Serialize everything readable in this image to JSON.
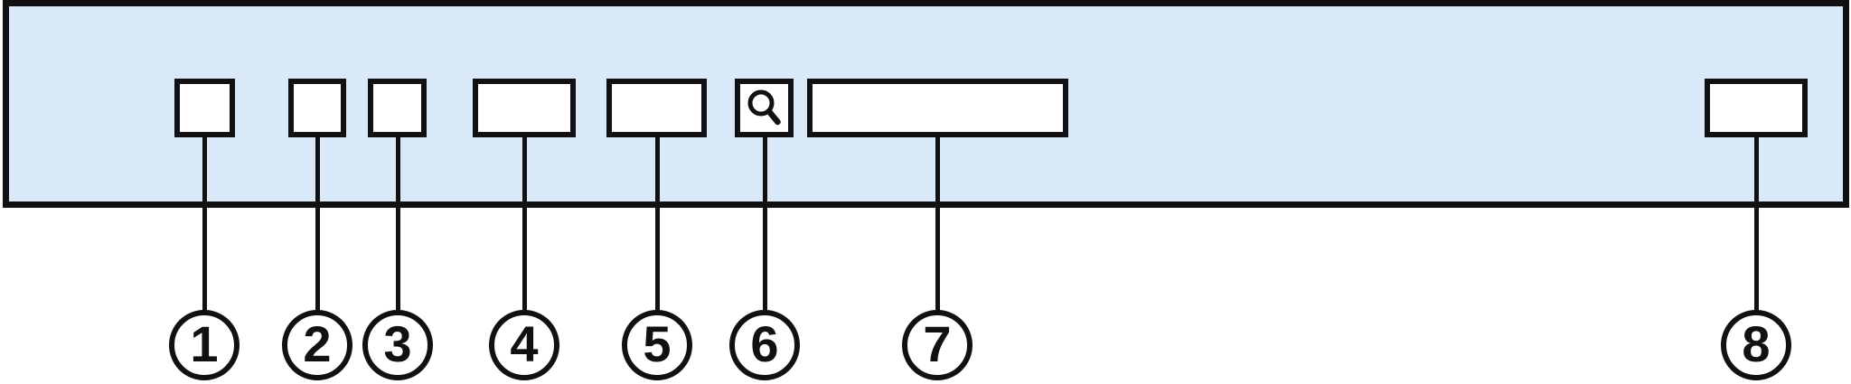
{
  "diagram": {
    "kind": "toolbar-callout-figure",
    "toolbar": {
      "items": [
        {
          "callout": "1",
          "kind": "small-button"
        },
        {
          "callout": "2",
          "kind": "small-button"
        },
        {
          "callout": "3",
          "kind": "small-button"
        },
        {
          "callout": "4",
          "kind": "medium-button"
        },
        {
          "callout": "5",
          "kind": "medium-button"
        },
        {
          "callout": "6",
          "kind": "search-button",
          "icon": "magnifier-icon"
        },
        {
          "callout": "7",
          "kind": "long-text-field"
        },
        {
          "callout": "8",
          "kind": "medium-button"
        }
      ]
    },
    "colors": {
      "bar_fill": "#d9e9f8",
      "outline": "#111111",
      "box_fill": "#ffffff"
    }
  }
}
